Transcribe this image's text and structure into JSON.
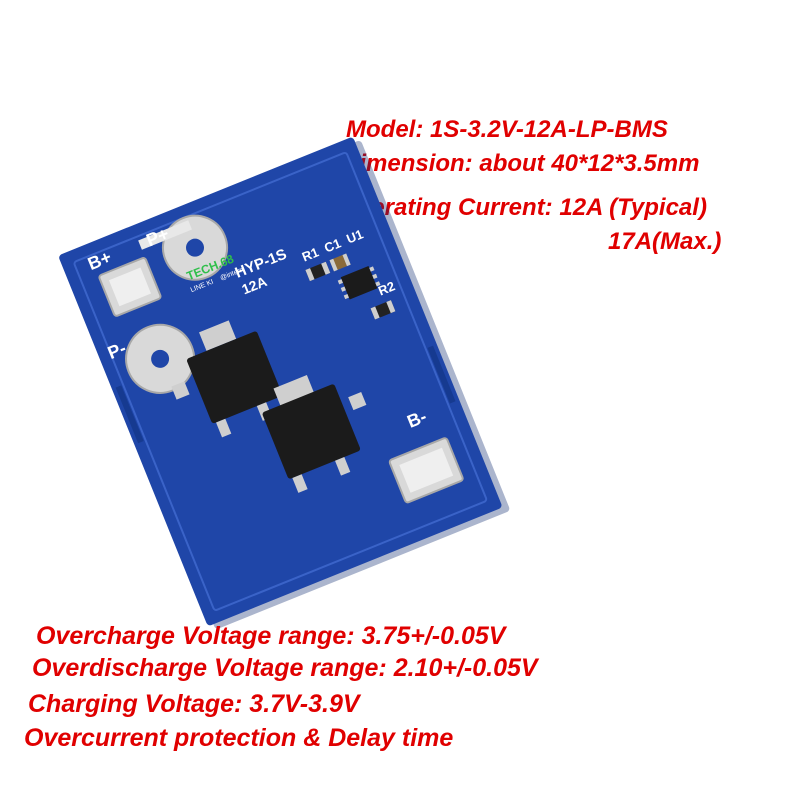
{
  "specs_top": {
    "model": "Model: 1S-3.2V-12A-LP-BMS",
    "dimension": "Dimension: about 40*12*3.5mm",
    "operating_current": "Operating Current: 12A (Typical)",
    "max_current": "17A(Max.)"
  },
  "specs_bottom": {
    "overcharge": "Overcharge Voltage range: 3.75+/-0.05V",
    "overdischarge": "Overdischarge Voltage range: 2.10+/-0.05V",
    "charging": "Charging Voltage: 3.7V-3.9V",
    "overcurrent": "Overcurrent protection & Delay time"
  },
  "board": {
    "label_b_plus": "B+",
    "label_p_plus": "P+",
    "label_p_minus": "P-",
    "label_b_minus": "B-",
    "silk_part": "HYP-1S",
    "silk_rating": "12A",
    "silk_r1": "R1",
    "silk_c1": "C1",
    "silk_u1": "U1",
    "silk_r2": "R2",
    "watermark": "TECH.68",
    "watermark_sub": "LINE KI",
    "watermark_sub2": "@intern",
    "pcb_color": "#1f46a8",
    "pad_color": "#d9d9d9",
    "mosfet_color": "#1b1b1b"
  }
}
